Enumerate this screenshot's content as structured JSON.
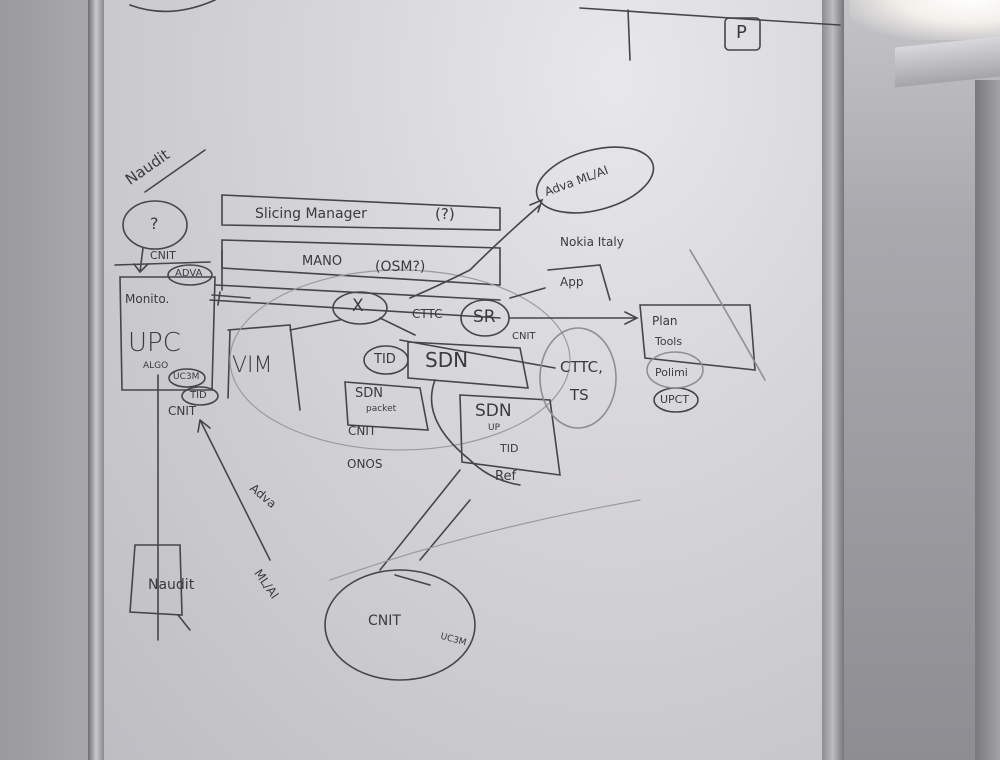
{
  "whiteboard": {
    "labels": {
      "naudit_top": "Naudit",
      "question_circle": "?",
      "cnit_1": "CNIT",
      "adva": "ADVA",
      "monitor": "Monito.",
      "upc": "UPC",
      "algo": "ALGO",
      "uc3m": "UC3M",
      "tid_1": "TID",
      "cnit_2": "CNIT",
      "slicing_manager": "Slicing Manager",
      "slicing_question": "(?)",
      "mano": "MANO",
      "osm": "(OSM?)",
      "x_circle": "X",
      "cttc": "CTTC",
      "sr": "SR",
      "cnit_3": "CNIT",
      "vim": "VIM",
      "tid_2": "TID",
      "sdn": "SDN",
      "sdn_packet": "SDN",
      "packet": "packet",
      "cnit_4": "CNIT",
      "onos": "ONOS",
      "sdn_up": "SDN",
      "up": "UP",
      "tid_3": "TID",
      "ref": "Ref",
      "adva_ml_ai": "Adva ML/AI",
      "nokia_italy": "Nokia Italy",
      "app": "App",
      "plan": "Plan",
      "tools": "Tools",
      "polimi": "Polimi",
      "upct": "UPCT",
      "cttc_ts": "CTTC,",
      "ts": "TS",
      "adva_bottom": "Adva",
      "ml_ai_bottom": "ML/AI",
      "naudit_bottom": "Naudit",
      "cnit_bottom": "CNIT",
      "uc3m_bottom": "UC3M",
      "p_box": "P"
    },
    "ink_color": "#3a3a3f"
  }
}
